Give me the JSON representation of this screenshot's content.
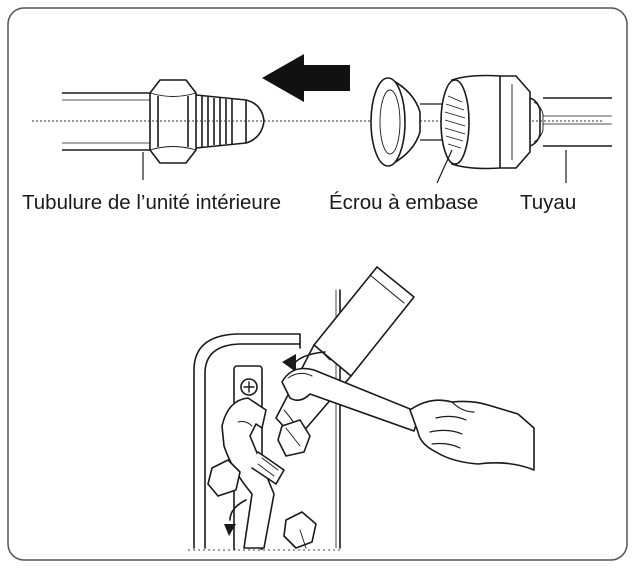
{
  "labels": {
    "indoor_tubing": "Tubulure de l’unité intérieure",
    "flare_nut": "Écrou à embase",
    "pipe": "Tuyau"
  },
  "colors": {
    "line": "#1a1a1a",
    "frame": "#555555",
    "arrow": "#111111",
    "background": "#ffffff"
  }
}
